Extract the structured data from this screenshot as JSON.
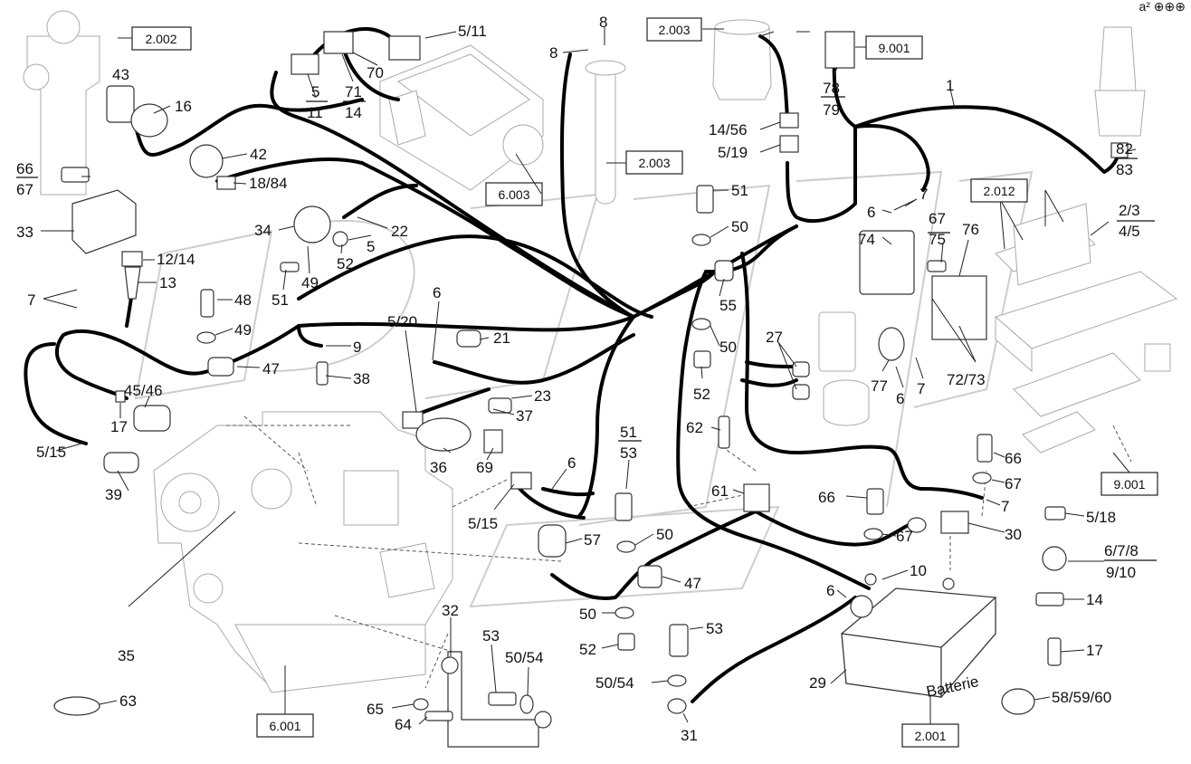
{
  "corner_mark": "a² ⊕⊕⊕",
  "reference_boxes": [
    "2.002",
    "2.003",
    "9.001",
    "6.003",
    "2.003",
    "2.012",
    "9.001",
    "6.001",
    "2.001"
  ],
  "callouts": [
    "43",
    "16",
    "42",
    "18/84",
    "66",
    "67",
    "33",
    "12/14",
    "13",
    "7",
    "48",
    "49",
    "47",
    "45/46",
    "17",
    "5/15",
    "39",
    "35",
    "63",
    "34",
    "22",
    "5",
    "52",
    "51",
    "49",
    "9",
    "38",
    "5/20",
    "6",
    "21",
    "23",
    "37",
    "36",
    "69",
    "6",
    "5/15",
    "57",
    "5/11",
    "70",
    "5",
    "11",
    "71",
    "14",
    "8",
    "8",
    "51",
    "50",
    "55",
    "50",
    "52",
    "62",
    "61",
    "51",
    "53",
    "50",
    "47",
    "50",
    "52",
    "53",
    "50/54",
    "31",
    "32",
    "53",
    "50/54",
    "65",
    "64",
    "78",
    "79",
    "14/56",
    "5/19",
    "1",
    "82",
    "83",
    "6",
    "7",
    "67",
    "75",
    "76",
    "74",
    "2/3",
    "4/5",
    "27",
    "77",
    "6",
    "7",
    "72/73",
    "66",
    "67",
    "7",
    "66",
    "67",
    "30",
    "10",
    "6",
    "29",
    "5/18",
    "6/7/8",
    "9/10",
    "14",
    "17",
    "58/59/60"
  ],
  "battery_label": "Batterie"
}
